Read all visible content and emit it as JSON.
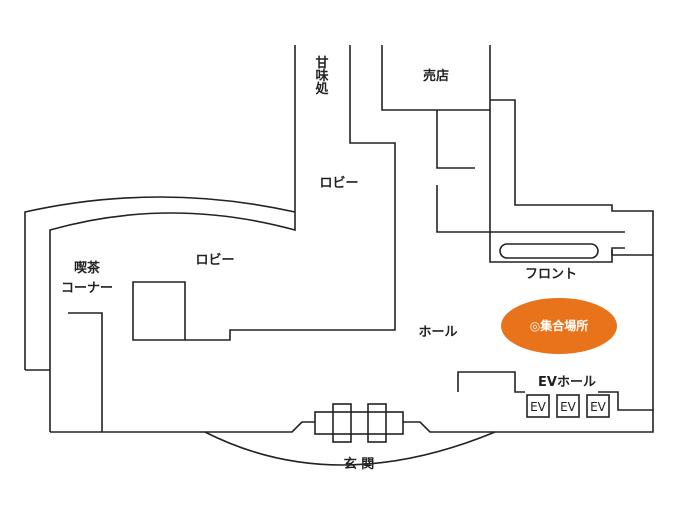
{
  "map": {
    "labels": {
      "amamidokoro": "甘味処",
      "shop": "売店",
      "lobby_upper": "ロビー",
      "lobby_left": "ロビー",
      "kissa_line1": "喫茶",
      "kissa_line2": "コーナー",
      "front": "フロント",
      "hall": "ホール",
      "ev_hall": "EVホール",
      "ev": [
        "EV",
        "EV",
        "EV"
      ],
      "entrance": "玄 関"
    },
    "meeting_point": {
      "label": "◎集合場所",
      "color": "#e8731a"
    }
  }
}
